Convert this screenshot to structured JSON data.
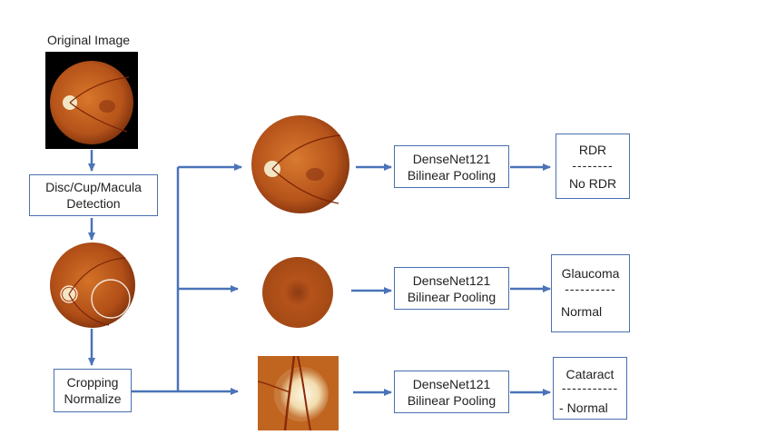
{
  "original_image_label": "Original Image",
  "detection_box": {
    "line1": "Disc/Cup/Macula",
    "line2": "Detection"
  },
  "cropping_box": {
    "line1": "Cropping",
    "line2": "Normalize"
  },
  "model_boxes": [
    {
      "line1": "DenseNet121",
      "line2": "Bilinear Pooling"
    },
    {
      "line1": "DenseNet121",
      "line2": "Bilinear Pooling"
    },
    {
      "line1": "DenseNet121",
      "line2": "Bilinear Pooling"
    }
  ],
  "output_boxes": [
    {
      "top": "RDR",
      "separator": "--------",
      "bottom": "No RDR"
    },
    {
      "top": "Glaucoma",
      "separator": "----------",
      "bottom": "Normal"
    },
    {
      "top": "Cataract",
      "separator": "-----------",
      "bottom": "Normal",
      "stray_mark": "-"
    }
  ],
  "colors": {
    "arrow": "#4a73b8",
    "box_border": "#4a6fb0",
    "fundus": "#b5531a"
  }
}
